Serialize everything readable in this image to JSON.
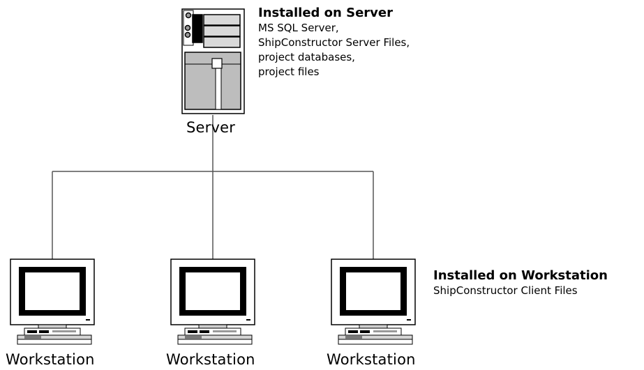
{
  "server": {
    "caption": "Server",
    "info": {
      "title": "Installed on Server",
      "lines": [
        "MS SQL Server,",
        "ShipConstructor Server Files,",
        "project databases,",
        "project files"
      ]
    }
  },
  "workstations": [
    {
      "caption": "Workstation"
    },
    {
      "caption": "Workstation"
    },
    {
      "caption": "Workstation"
    }
  ],
  "workstation_info": {
    "title": "Installed on Workstation",
    "lines": [
      "ShipConstructor Client Files"
    ]
  }
}
